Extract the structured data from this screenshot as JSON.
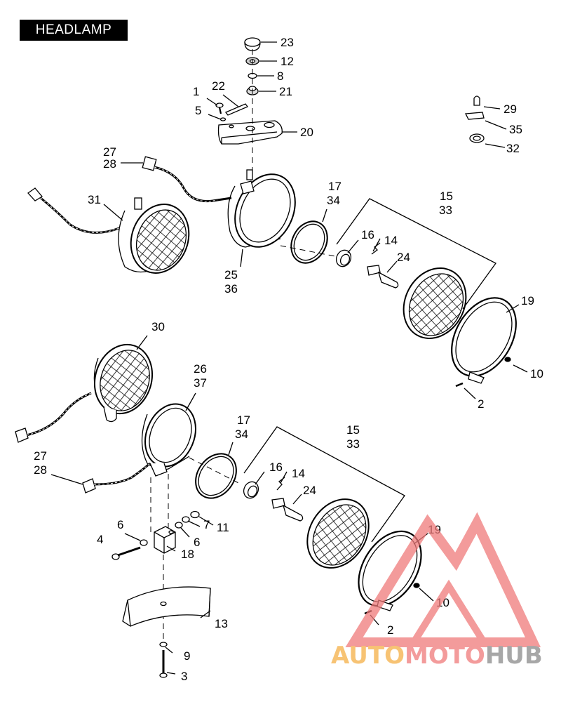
{
  "title": "HEADLAMP",
  "watermark": {
    "part1": "AUTO",
    "part2": "MOTO",
    "part3": "HUB",
    "color_orange": "#f5b046",
    "color_red": "#ef7a7a",
    "color_gray": "#8a8a8a"
  },
  "colors": {
    "line": "#000000",
    "background": "#ffffff"
  },
  "callouts": [
    {
      "id": "c23",
      "text": "23"
    },
    {
      "id": "c12a",
      "text": "12"
    },
    {
      "id": "c8",
      "text": "8"
    },
    {
      "id": "c21",
      "text": "21"
    },
    {
      "id": "c1",
      "text": "1"
    },
    {
      "id": "c22",
      "text": "22"
    },
    {
      "id": "c5",
      "text": "5"
    },
    {
      "id": "c20",
      "text": "20"
    },
    {
      "id": "c29",
      "text": "29"
    },
    {
      "id": "c35",
      "text": "35"
    },
    {
      "id": "c32",
      "text": "32"
    },
    {
      "id": "c27a",
      "text": "27"
    },
    {
      "id": "c28a",
      "text": "28"
    },
    {
      "id": "c31",
      "text": "31"
    },
    {
      "id": "c17a",
      "text": "17"
    },
    {
      "id": "c34a",
      "text": "34"
    },
    {
      "id": "c15a",
      "text": "15"
    },
    {
      "id": "c33a",
      "text": "33"
    },
    {
      "id": "c16a",
      "text": "16"
    },
    {
      "id": "c14a",
      "text": "14"
    },
    {
      "id": "c24a",
      "text": "24"
    },
    {
      "id": "c25",
      "text": "25"
    },
    {
      "id": "c36",
      "text": "36"
    },
    {
      "id": "c19a",
      "text": "19"
    },
    {
      "id": "c10a",
      "text": "10"
    },
    {
      "id": "c2a",
      "text": "2"
    },
    {
      "id": "c30",
      "text": "30"
    },
    {
      "id": "c26",
      "text": "26"
    },
    {
      "id": "c37",
      "text": "37"
    },
    {
      "id": "c17b",
      "text": "17"
    },
    {
      "id": "c34b",
      "text": "34"
    },
    {
      "id": "c15b",
      "text": "15"
    },
    {
      "id": "c33b",
      "text": "33"
    },
    {
      "id": "c16b",
      "text": "16"
    },
    {
      "id": "c14b",
      "text": "14"
    },
    {
      "id": "c24b",
      "text": "24"
    },
    {
      "id": "c27b",
      "text": "27"
    },
    {
      "id": "c28b",
      "text": "28"
    },
    {
      "id": "c6a",
      "text": "6"
    },
    {
      "id": "c7",
      "text": "7"
    },
    {
      "id": "c11",
      "text": "11"
    },
    {
      "id": "c4",
      "text": "4"
    },
    {
      "id": "c6b",
      "text": "6"
    },
    {
      "id": "c18",
      "text": "18"
    },
    {
      "id": "c19b",
      "text": "19"
    },
    {
      "id": "c10b",
      "text": "10"
    },
    {
      "id": "c2b",
      "text": "2"
    },
    {
      "id": "c13",
      "text": "13"
    },
    {
      "id": "c9",
      "text": "9"
    },
    {
      "id": "c3",
      "text": "3"
    }
  ]
}
